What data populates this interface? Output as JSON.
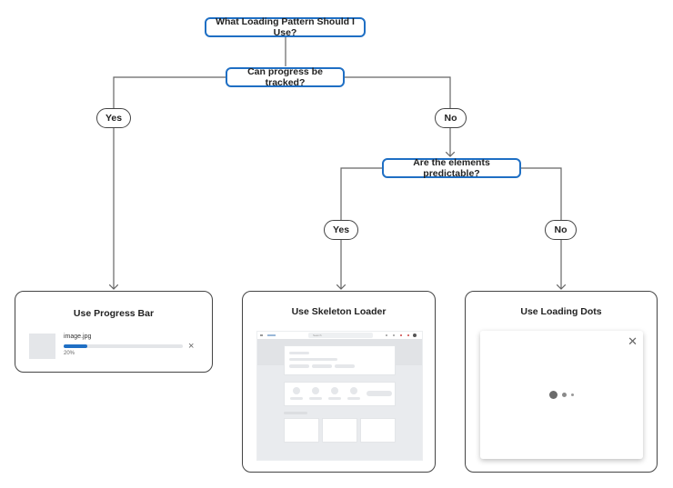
{
  "root_question": "What Loading Pattern Should I Use?",
  "q1": {
    "question": "Can progress be tracked?",
    "yes_label": "Yes",
    "no_label": "No"
  },
  "q2": {
    "question": "Are the elements predictable?",
    "yes_label": "Yes",
    "no_label": "No"
  },
  "outcomes": {
    "progress_bar": {
      "title": "Use Progress Bar",
      "file_name": "image.jpg",
      "progress_text": "20%",
      "progress": 0.2,
      "close_glyph": "×"
    },
    "skeleton": {
      "title": "Use Skeleton Loader",
      "search_text": "Search"
    },
    "dots": {
      "title": "Use Loading Dots",
      "close_glyph": "✕"
    }
  },
  "colors": {
    "accent": "#1f6fc4",
    "stroke": "#444444",
    "skeleton": "#e5e7ea"
  }
}
